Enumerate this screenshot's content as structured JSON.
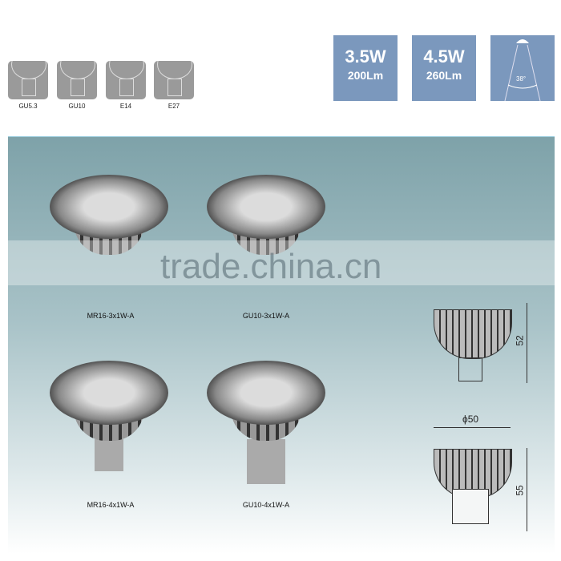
{
  "bases": [
    {
      "label": "GU5.3",
      "icon": "gu53-base-icon"
    },
    {
      "label": "GU10",
      "icon": "gu10-base-icon"
    },
    {
      "label": "E14",
      "icon": "e14-base-icon"
    },
    {
      "label": "E27",
      "icon": "e27-base-icon"
    }
  ],
  "specs": [
    {
      "watt": "3.5W",
      "lumen": "200Lm"
    },
    {
      "watt": "4.5W",
      "lumen": "260Lm"
    }
  ],
  "beam_angle": "38°",
  "colors": {
    "spec_box": "#7b98bd",
    "panel_top": "#7ea2a9"
  },
  "products": [
    "MR16-3x1W-A",
    "GU10-3x1W-A",
    "MR16-4x1W-A",
    "GU10-4x1W-A"
  ],
  "watermark": "trade.china.cn",
  "dimensions": {
    "mr16_height": "52",
    "gu10_diameter": "ϕ50",
    "gu10_height": "55"
  }
}
